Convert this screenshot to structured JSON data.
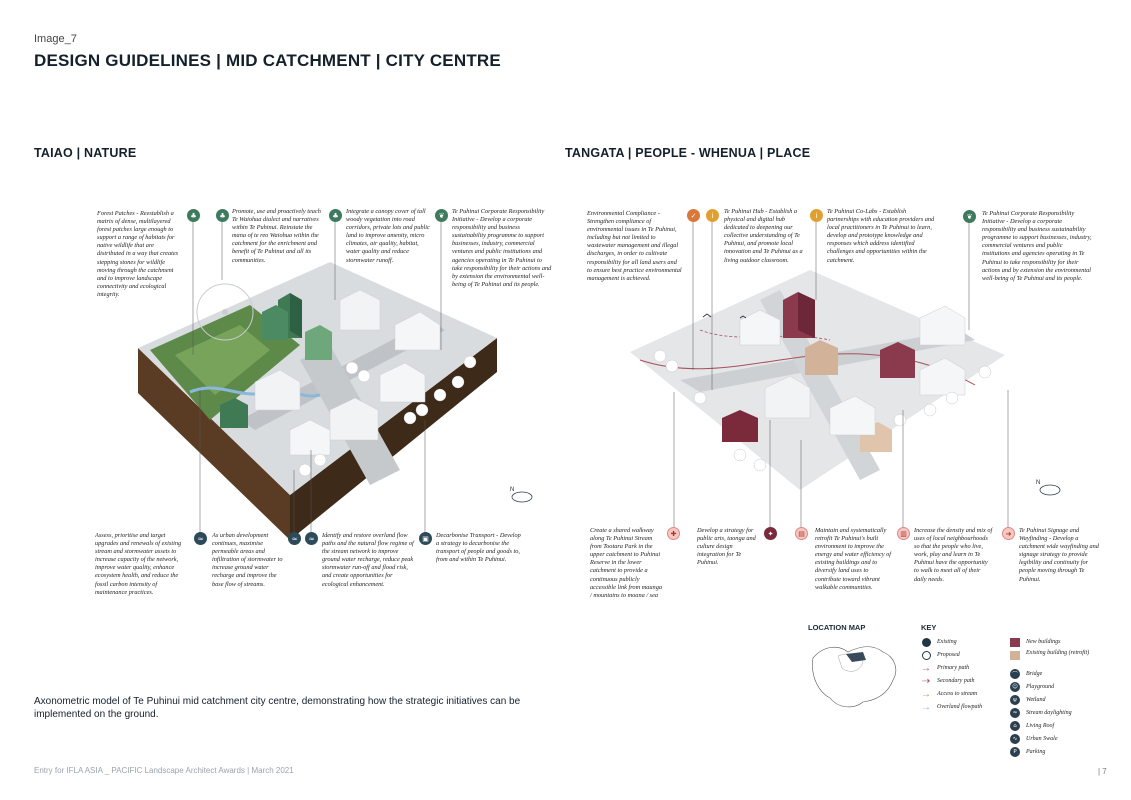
{
  "header": {
    "image_label": "Image_7",
    "title": "DESIGN GUIDELINES | MID CATCHMENT | CITY CENTRE"
  },
  "sections": {
    "left_title": "TAIAO | NATURE",
    "right_title": "TANGATA | PEOPLE - WHENUA | PLACE"
  },
  "left_notes_top": [
    {
      "text": "Forest Patches - Reestablish a matrix of dense, multilayered forest patches large enough to support a range of habitats for native wildlife that are distributed in a way that creates stepping stones for wildlife moving through the catchment and to improve landscape connectivity and ecological integrity.",
      "icon": "tree-icon"
    },
    {
      "text": "Promote, use and proactively teach Te Waiohua dialect and narratives within Te Puhinui. Reinstate the mana of te reo Waiohua within the catchment for the enrichment and benefit of Te Puhinui and all its communities.",
      "icon": "tree-icon"
    },
    {
      "text": "Integrate a canopy cover of tall woody vegetation into road corridors, private lots and public land to improve amenity, micro climates, air quality, habitat, water quality and reduce stormwater runoff.",
      "icon": "tree-icon"
    },
    {
      "text": "Te Puhinui Corporate Responsibility Initiative - Develop a corporate responsibility and business sustainability programme to support businesses, industry, commercial ventures and public institutions and agencies operating in Te Puhinui to take responsibility for their actions and by extension the environmental well-being of Te Puhinui and its people.",
      "icon": "leaf-icon"
    }
  ],
  "left_notes_bottom": [
    {
      "text": "Assess, prioritise and target upgrades and renewals of existing stream and stormwater assets to increase capacity of the network, improve water quality, enhance ecosystem health, and reduce the fossil carbon intensity of maintenance practices.",
      "icon": "water-icon"
    },
    {
      "text": "As urban development continues, maximise permeable areas and infiltration of stormwater to increase ground water recharge and improve the base flow of streams.",
      "icon": "water-icon"
    },
    {
      "text": "Identify and restore overland flow paths and the natural flow regime of the stream network to improve ground water recharge, reduce peak stormwater run-off and flood risk, and create opportunities for ecological enhancement.",
      "icon": "water-icon"
    },
    {
      "text": "Decarbonise Transport - Develop a strategy to decarbonise the transport of people and goods to, from and within Te Puhinui.",
      "icon": "bus-icon"
    }
  ],
  "right_notes_top": [
    {
      "text": "Environmental Compliance - Strengthen compliance of environmental issues in Te Puhinui, including but not limited to wastewater management and illegal discharges, in order to cultivate responsibility for all land users and to ensure best practice environmental management is achieved.",
      "icon": "compliance-icon"
    },
    {
      "text": "Te Puhinui Hub - Establish a physical and digital hub dedicated to deepening our collective understanding of Te Puhinui, and promote local innovation and Te Puhinui as a living outdoor classroom.",
      "icon": "hub-icon"
    },
    {
      "text": "Te Puhinui Co-Labs - Establish partnerships with education providers and local practitioners in Te Puhinui to learn, develop and prototype knowledge and responses which address identified challenges and opportunities within the catchment.",
      "icon": "colab-icon"
    },
    {
      "text": "Te Puhinui Corporate Responsibility Initiative - Develop a corporate responsibility and business sustainability programme to support businesses, industry, commercial ventures and public institutions and agencies operating in Te Puhinui to take responsibility for their actions and by extension the environmental well-being of Te Puhinui and its people.",
      "icon": "leaf-icon"
    }
  ],
  "right_notes_bottom": [
    {
      "text": "Create a shared walkway along Te Puhinui Stream from Tootara Park in the upper catchment to Puhinui Reserve in the lower catchment to provide a continuous publicly accessible link from maunga / mountains to moana / sea",
      "icon": "walk-icon"
    },
    {
      "text": "Develop a strategy for public arts, taonga and culture design integration for Te Puhinui.",
      "icon": "art-icon"
    },
    {
      "text": "Maintain and systematically retrofit Te Puhinui's built environment to improve the energy and water efficiency of existing buildings and to diversify land uses to contribute toward vibrant walkable communities.",
      "icon": "building-icon"
    },
    {
      "text": "Increase the density and mix of uses of local neighbourhoods so that the people who live, work, play and learn in Te Puhinui have the opportunity to walk to meet all of their daily needs.",
      "icon": "density-icon"
    },
    {
      "text": "Te Puhinui Signage and Wayfinding - Develop a catchment wide wayfinding and signage strategy to provide legibility and continuity for people moving through Te Puhinui.",
      "icon": "sign-icon"
    }
  ],
  "caption": "Axonometric model of Te Puhinui mid catchment city centre, demonstrating how the strategic initiatives can be implemented on the ground.",
  "footer": "Entry for IFLA ASIA _ PACIFIC  Landscape Architect Awards | March 2021",
  "page_number": "| 7",
  "north_label_left": "N",
  "north_label_right": "N",
  "location_map": {
    "title": "LOCATION MAP"
  },
  "key": {
    "title": "KEY",
    "items_left": [
      {
        "label": "Existing",
        "symbol": "filled-dot"
      },
      {
        "label": "Proposed",
        "symbol": "empty-dot"
      },
      {
        "label": "Primary path",
        "symbol": "primary-arrow"
      },
      {
        "label": "Secondary path",
        "symbol": "secondary-arrow"
      },
      {
        "label": "Access to stream",
        "symbol": "orange-arrow"
      },
      {
        "label": "Overland flowpath",
        "symbol": "blue-arrow"
      }
    ],
    "items_right": [
      {
        "label": "New buildings",
        "symbol": "maroon-square"
      },
      {
        "label": "Existing building (retrofit)",
        "symbol": "tan-square"
      },
      {
        "label": "Bridge",
        "symbol": "bridge-icon"
      },
      {
        "label": "Playground",
        "symbol": "playground-icon"
      },
      {
        "label": "Wetland",
        "symbol": "wetland-icon"
      },
      {
        "label": "Stream daylighting",
        "symbol": "stream-icon"
      },
      {
        "label": "Living Roof",
        "symbol": "roof-icon"
      },
      {
        "label": "Urban Swale",
        "symbol": "swale-icon"
      },
      {
        "label": "Parking",
        "symbol": "parking-icon"
      }
    ]
  },
  "colors": {
    "accent_dark": "#1f3645",
    "new_buildings": "#8a3a4c",
    "existing_retrofit": "#d2b39a",
    "primary_path": "#a8505a",
    "access_stream": "#e08a3a",
    "overland_flow": "#8ab8dc",
    "green_buildings": "#3f7a55"
  }
}
